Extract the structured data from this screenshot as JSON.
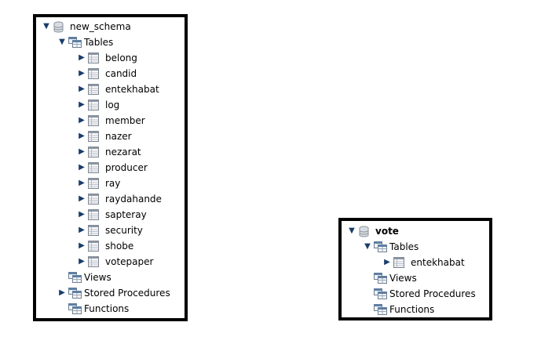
{
  "left_tree": {
    "schema_name": "new_schema",
    "tables_label": "Tables",
    "tables": [
      "belong",
      "candid",
      "entekhabat",
      "log",
      "member",
      "nazer",
      "nezarat",
      "producer",
      "ray",
      "raydahande",
      "sapteray",
      "security",
      "shobe",
      "votepaper"
    ],
    "views_label": "Views",
    "procedures_label": "Stored Procedures",
    "functions_label": "Functions"
  },
  "right_tree": {
    "schema_name": "vote",
    "tables_label": "Tables",
    "tables": [
      "entekhabat"
    ],
    "views_label": "Views",
    "procedures_label": "Stored Procedures",
    "functions_label": "Functions"
  },
  "icons": {
    "expanded": "triangle-down",
    "collapsed": "triangle-right",
    "schema": "database-icon",
    "folder": "table-folder-icon",
    "table": "table-icon"
  },
  "colors": {
    "arrow": "#1a3d6b",
    "panel_border": "#000000",
    "icon_blue": "#5b7fa6"
  }
}
